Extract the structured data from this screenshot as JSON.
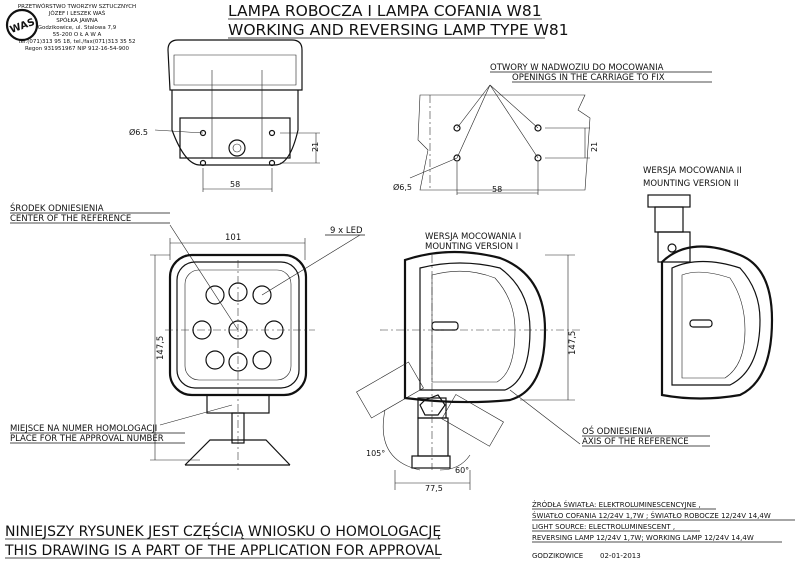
{
  "company": {
    "lines": [
      "PRZETWÓRSTWO TWORZYW SZTUCZNYCH",
      "JÓZEF I LESZEK WAŚ",
      "SPÓŁKA JAWNA",
      "Godzikowice, ul. Stalowa 7,9",
      "55-200  O Ł A W A",
      "tel.(071)313 95 18, tel./fax(071)313 35 52",
      "Regon 931951967 NIP 912-16-54-900"
    ],
    "logo_text": "WAS"
  },
  "title": {
    "line1": "LAMPA ROBOCZA I LAMPA COFANIA W81",
    "line2": "WORKING AND REVERSING LAMP TYPE W81"
  },
  "top_view": {
    "dia": "Ø6.5",
    "dim_h": "21",
    "dim_w": "58"
  },
  "carriage": {
    "label_pl": "OTWORY W NADWOZIU DO MOCOWANIA",
    "label_en": "OPENINGS IN THE CARRIAGE TO FIX",
    "dia": "Ø6,5",
    "dim_w": "58",
    "dim_h": "21"
  },
  "version2": {
    "label_pl": "WERSJA MOCOWANIA II",
    "label_en": "MOUNTING VERSION II"
  },
  "front_view": {
    "center_pl": "ŚRODEK ODNIESIENIA",
    "center_en": "CENTER OF THE REFERENCE",
    "leds": "9 x LED",
    "width": "101",
    "height": "147,5",
    "approval_pl": "MIEJSCE NA NUMER HOMOLOGACJI",
    "approval_en": "PLACE FOR THE APPROVAL NUMBER"
  },
  "side_view": {
    "label_pl": "WERSJA MOCOWANIA I",
    "label_en": "MOUNTING VERSION I",
    "height": "147,5",
    "axis_pl": "OŚ ODNIESIENIA",
    "axis_en": "AXIS OF THE REFERENCE",
    "angle1": "105°",
    "angle2": "60°",
    "depth": "77,5"
  },
  "specs": [
    "ŹRÓDŁA ŚWIATŁA: ELEKTROLUMINESCENCYJNE ,",
    "ŚWIATŁO COFANIA  12/24V  1,7W ; ŚWIATŁO ROBOCZE 12/24V 14,4W",
    "LIGHT SOURCE: ELECTROLUMINESCENT ,",
    "REVERSING LAMP  12/24V  1,7W; WORKING LAMP  12/24V  14,4W"
  ],
  "place_date": {
    "place": "GODZIKOWICE",
    "date": "02-01-2013"
  },
  "footer": {
    "line1": "NINIEJSZY RYSUNEK JEST CZĘŚCIĄ WNIOSKU O  HOMOLOGACJĘ",
    "line2": "THIS DRAWING IS A PART OF THE APPLICATION FOR  APPROVAL"
  }
}
